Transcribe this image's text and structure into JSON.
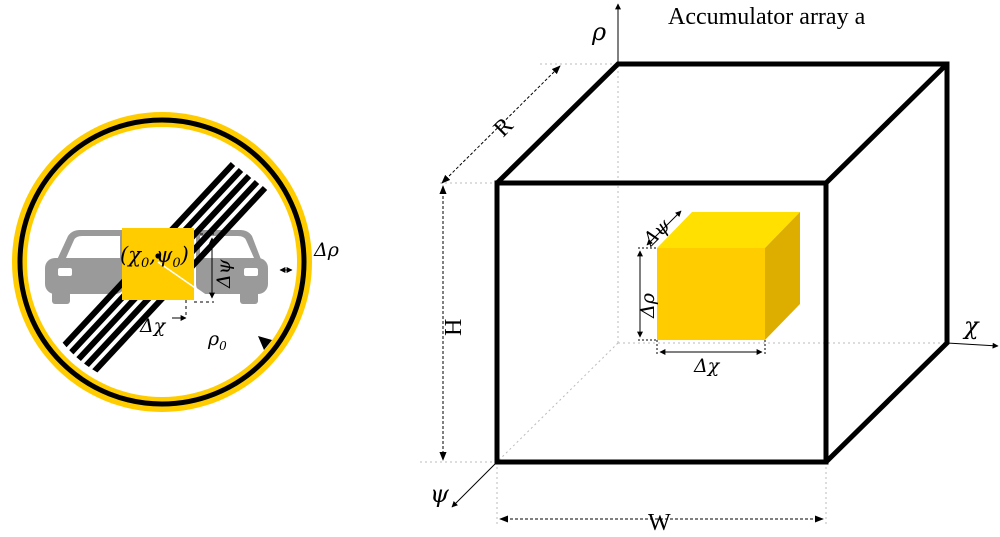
{
  "title": "Accumulator array a",
  "axes": {
    "rho": "ρ",
    "chi": "χ",
    "psi": "ψ"
  },
  "dimensions": {
    "R": "R",
    "H": "H",
    "W": "W"
  },
  "cell": {
    "d_psi": "Δψ",
    "d_rho": "Δρ",
    "d_chi": "Δχ"
  },
  "sign": {
    "center": "(χ0,ψ0)",
    "center_chi": "χ",
    "center_psi": "ψ",
    "center_sub": "0",
    "d_psi": "Δψ",
    "d_chi": "Δχ",
    "d_rho": "Δρ",
    "rho": "ρ",
    "rho_sub": "0"
  },
  "colors": {
    "yellow": "#FFCC00",
    "yellow_top": "#FFE000",
    "yellow_side": "#DDAE00",
    "car_gray": "#9A9A9A",
    "ink": "#000000"
  }
}
